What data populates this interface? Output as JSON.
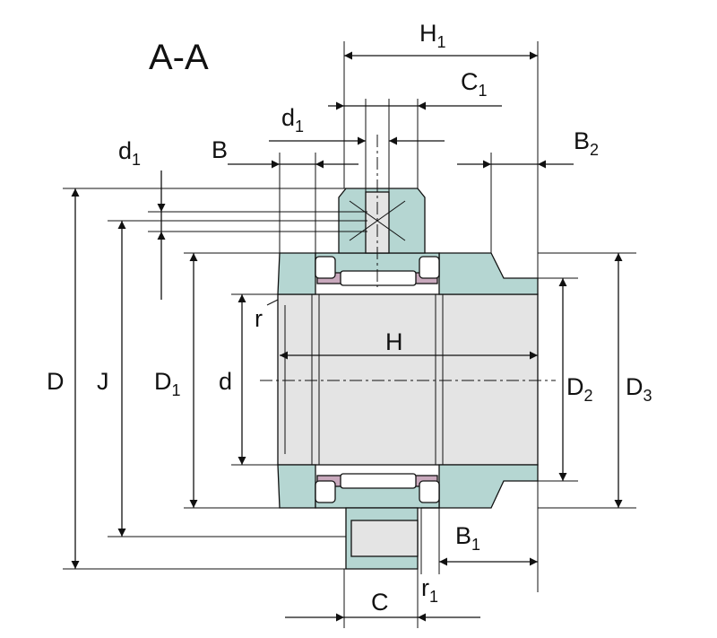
{
  "title": "A-A",
  "labels": {
    "H1": {
      "main": "H",
      "sub": "1"
    },
    "C1": {
      "main": "C",
      "sub": "1"
    },
    "d1_top": {
      "main": "d",
      "sub": "1"
    },
    "d1_left": {
      "main": "d",
      "sub": "1"
    },
    "B": {
      "main": "B",
      "sub": ""
    },
    "B2": {
      "main": "B",
      "sub": "2"
    },
    "r": {
      "main": "r",
      "sub": ""
    },
    "H": {
      "main": "H",
      "sub": ""
    },
    "D": {
      "main": "D",
      "sub": ""
    },
    "J": {
      "main": "J",
      "sub": ""
    },
    "D1": {
      "main": "D",
      "sub": "1"
    },
    "d": {
      "main": "d",
      "sub": ""
    },
    "D2": {
      "main": "D",
      "sub": "2"
    },
    "D3": {
      "main": "D",
      "sub": "3"
    },
    "B1": {
      "main": "B",
      "sub": "1"
    },
    "r1": {
      "main": "r",
      "sub": "1"
    },
    "C": {
      "main": "C",
      "sub": ""
    }
  },
  "colors": {
    "housing": "#b5d6d2",
    "ring": "#e4e4e4",
    "roller": "#ffffff",
    "cage": "#c9a9bd",
    "line": "#111111"
  }
}
